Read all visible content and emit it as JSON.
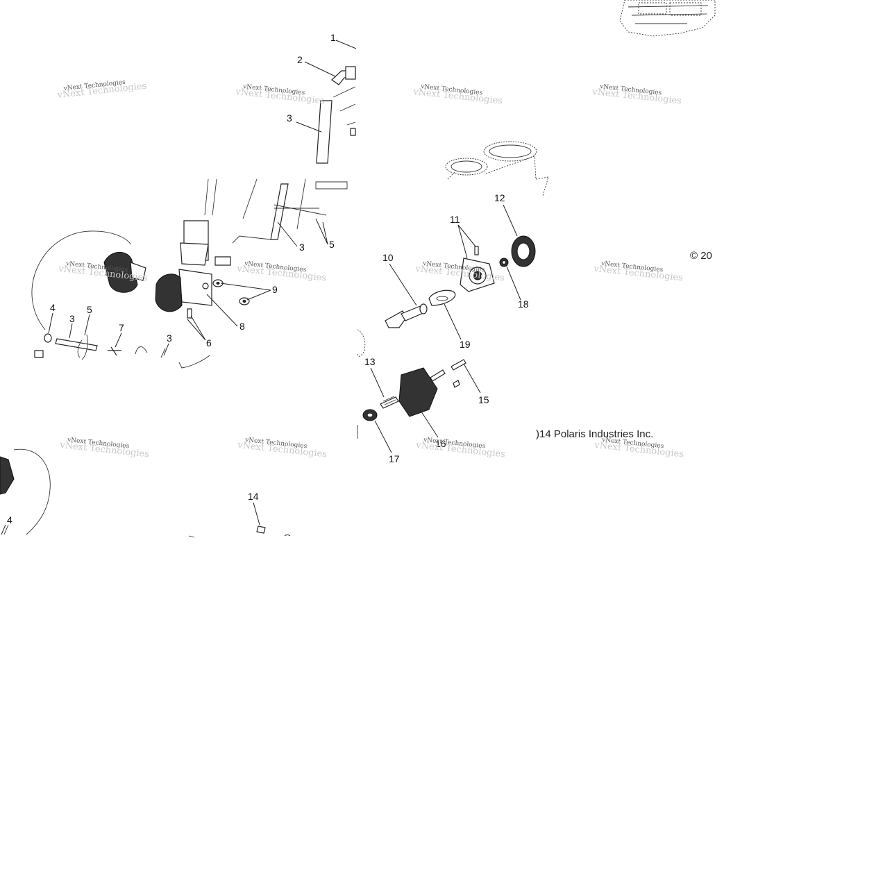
{
  "callouts": {
    "c1": "1",
    "c2": "2",
    "c3a": "3",
    "c3b": "3",
    "c3c": "3",
    "c3d": "3",
    "c4a": "4",
    "c4b": "4",
    "c5a": "5",
    "c5b": "5",
    "c6": "6",
    "c7": "7",
    "c8": "8",
    "c9": "9",
    "c10": "10",
    "c11": "11",
    "c12": "12",
    "c13": "13",
    "c14": "14",
    "c15": "15",
    "c16": "16",
    "c17": "17",
    "c18": "18",
    "c19": "19"
  },
  "copyright": {
    "fragment_top": "© 20",
    "fragment_bottom": ")14 Polaris Industries Inc."
  },
  "watermark": {
    "text": "vNext Technologies"
  }
}
